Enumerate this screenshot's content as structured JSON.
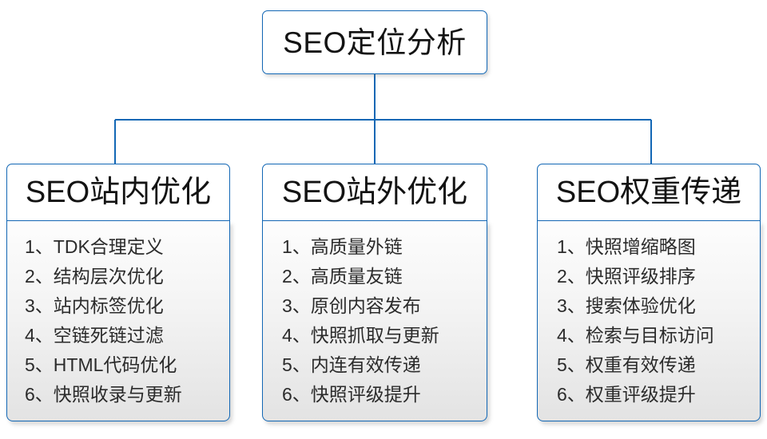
{
  "diagram": {
    "type": "organizational-tree",
    "title": "SEO定位分析",
    "colors": {
      "border": "#1267b5",
      "node_background": "#ffffff",
      "body_background_top": "#fdfdfd",
      "body_background_bottom": "#e3e3e3",
      "text": "#131313",
      "item_text": "#2b2b2b"
    },
    "root": {
      "label": "SEO定位分析"
    },
    "branches": [
      {
        "label": "SEO站内优化",
        "items": [
          "1、TDK合理定义",
          "2、结构层次优化",
          "3、站内标签优化",
          "4、空链死链过滤",
          "5、HTML代码优化",
          "6、快照收录与更新"
        ]
      },
      {
        "label": "SEO站外优化",
        "items": [
          "1、高质量外链",
          "2、高质量友链",
          "3、原创内容发布",
          "4、快照抓取与更新",
          "5、内连有效传递",
          "6、快照评级提升"
        ]
      },
      {
        "label": "SEO权重传递",
        "items": [
          "1、快照增缩略图",
          "2、快照评级排序",
          "3、搜索体验优化",
          "4、检索与目标访问",
          "5、权重有效传递",
          "6、权重评级提升"
        ]
      }
    ]
  }
}
